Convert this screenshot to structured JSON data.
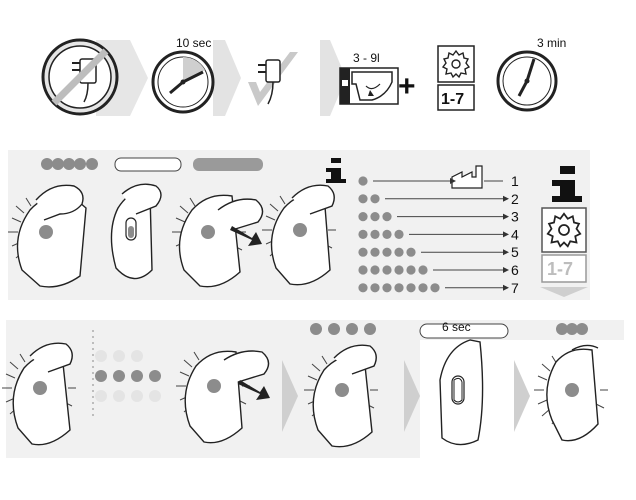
{
  "top_row": {
    "time_short": "10 sec",
    "water_volume": "3 - 9l",
    "plus_sign": "+",
    "program_range": "1-7",
    "time_long": "3 min"
  },
  "program_list": {
    "numbers": [
      "1",
      "2",
      "3",
      "4",
      "5",
      "6",
      "7"
    ],
    "dot_counts": [
      1,
      2,
      3,
      4,
      5,
      6,
      7
    ],
    "info_symbol": "i",
    "program_range": "1-7"
  },
  "bottom_row": {
    "hold_time": "6 sec",
    "sequence_dots": 4,
    "result_dots": 3
  },
  "colors": {
    "line": "#222222",
    "dot_grey": "#8c8c8c",
    "dot_light": "#d9d9d9",
    "panel_grey": "#eeeeee",
    "arrow_grey": "#cfcfcf",
    "pill_dark": "#9a9a9a"
  }
}
